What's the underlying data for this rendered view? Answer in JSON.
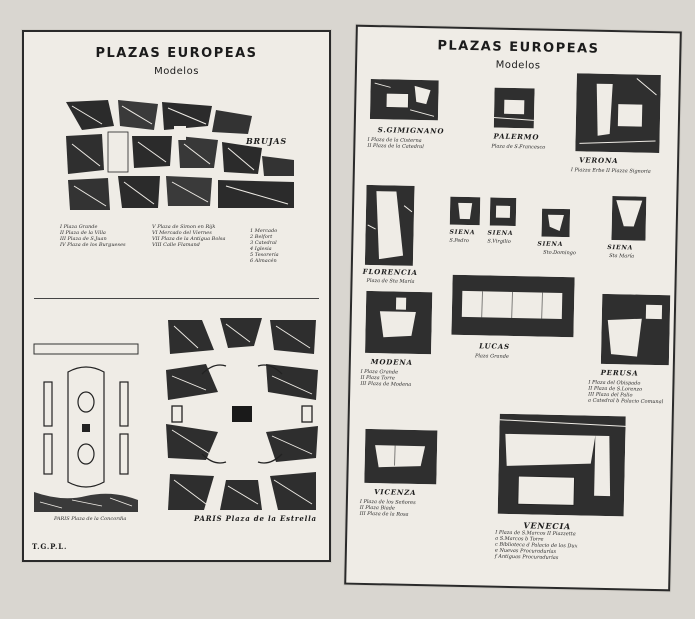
{
  "left_page": {
    "title": "PLAZAS EUROPEAS",
    "subtitle": "Modelos",
    "brujas": {
      "name": "BRUJAS",
      "legend_col1": [
        "I Plaza Grande",
        "II Plaza de la Villa",
        "III Plaza de S.Juan",
        "IV Plaza de los Burgueses"
      ],
      "legend_col2": [
        "V Plaza de Simon en Rijk",
        "VI Mercado del Viernes",
        "VII Plaza de la Antigua Bolsa",
        "VIII Calle Flamand"
      ],
      "legend_col3": [
        "1 Mercado",
        "2 Belfort",
        "3 Catedral",
        "4 Iglesia",
        "5 Tesorería",
        "6 Almacén"
      ]
    },
    "paris_small_caption": "PARIS Plaza de la Concordia",
    "paris_caption": "PARIS   Plaza de la Estrella",
    "signature": "T.G.P.L."
  },
  "right_page": {
    "title": "PLAZAS EUROPEAS",
    "subtitle": "Modelos",
    "sgimignano": {
      "name": "S.GIMIGNANO",
      "legend": [
        "I Plaza de la Cisterna",
        "II Plaza de la Catedral"
      ]
    },
    "palermo": {
      "name": "PALERMO",
      "caption": "Plaza de S.Francesco"
    },
    "verona": {
      "name": "VERONA",
      "legend": "I Piazza Erbe   II Piazza Signoria"
    },
    "florencia": {
      "name": "FLORENCIA",
      "caption": "Plaza de Sta María"
    },
    "siena1": {
      "name": "SIENA",
      "caption": "S.Pedro"
    },
    "siena2": {
      "name": "SIENA",
      "caption": "S.Virgilio"
    },
    "siena3": {
      "name": "SIENA",
      "caption": "Sto.Domingo"
    },
    "siena4": {
      "name": "SIENA",
      "caption": "Sta María"
    },
    "lucas": {
      "name": "LUCAS",
      "caption": "Plaza Grande"
    },
    "modena": {
      "name": "MODENA",
      "legend": [
        "I Plaza Grande",
        "II Plaza Torre",
        "III Plaza de Modena"
      ]
    },
    "perusa": {
      "name": "PERUSA",
      "legend": [
        "I Plaza del Obispado",
        "II Plaza de S.Lorenzo",
        "III Plaza del Palio",
        "a Catedral   b Palacio Comunal"
      ]
    },
    "vicenza": {
      "name": "VICENZA",
      "legend": [
        "I Plaza de los Señores",
        "II Plaza Biade",
        "III Plaza de la Rosa"
      ]
    },
    "venecia": {
      "name": "VENECIA",
      "legend": [
        "I Plaza de S.Marcos   II Piazzetta",
        "a S.Marcos   b Torre",
        "c Biblioteca   d Palacio de los Dux",
        "e Nuevas Procuradurías",
        "f Antiguas Procuradurías"
      ]
    }
  }
}
